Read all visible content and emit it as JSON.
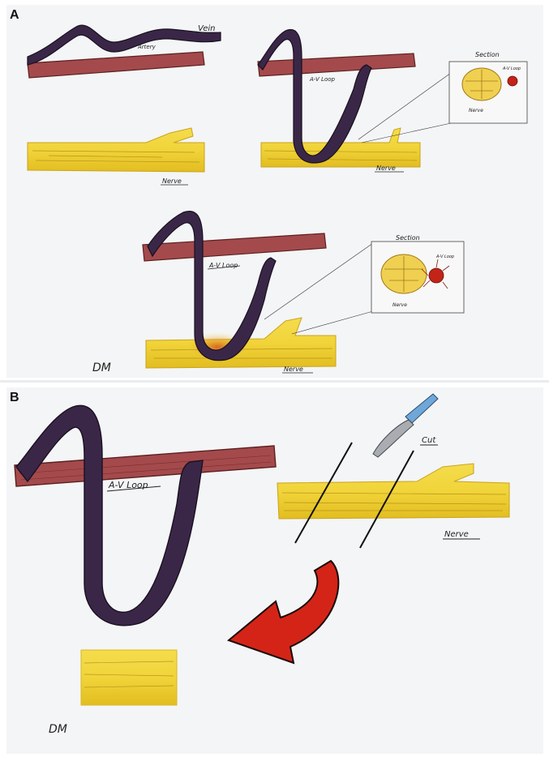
{
  "panels": [
    {
      "letter": "A"
    },
    {
      "letter": "B"
    }
  ],
  "labels": {
    "vein": "Vein",
    "artery": "Artery",
    "nerve": "Nerve",
    "av_loop": "A-V Loop",
    "av_loop_small": "A-V Loop",
    "section": "Section",
    "cut": "Cut",
    "signature": "DM"
  },
  "colors": {
    "vein": "#3a2748",
    "artery": "#a44a4c",
    "nerve": "#f1d43a",
    "nerve_edge": "#d9b821",
    "arrow": "#d42418",
    "inflammation": "#e0873a",
    "background": "#f4f5f6"
  },
  "icons": [
    "scalpel-icon",
    "curved-arrow-icon"
  ]
}
